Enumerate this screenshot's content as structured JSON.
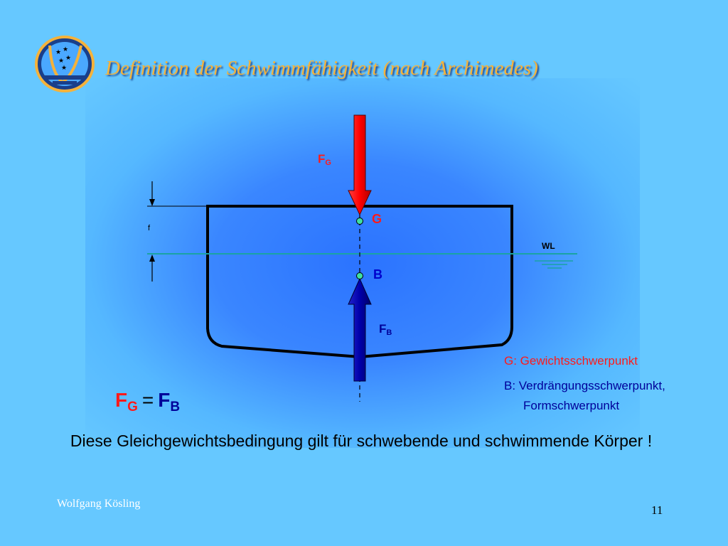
{
  "slide": {
    "title": "Definition der Schwimmfähigkeit (nach Archimedes)",
    "author": "Wolfgang Kösling",
    "page_number": "11"
  },
  "diagram": {
    "force_weight": {
      "symbol": "F",
      "subscript": "G",
      "color": "#ff1a1a"
    },
    "force_buoyancy": {
      "symbol": "F",
      "subscript": "B",
      "color": "#000099"
    },
    "center_of_gravity": "G",
    "center_of_buoyancy": "B",
    "waterline": "WL",
    "freeboard": "f"
  },
  "legend": {
    "g_text": "G: Gewichtsschwerpunkt",
    "b_text_line1": "B: Verdrängungsschwerpunkt,",
    "b_text_line2": "Formschwerpunkt"
  },
  "equation": {
    "left_symbol": "F",
    "left_subscript": "G",
    "operator": "=",
    "right_symbol": "F",
    "right_subscript": "B"
  },
  "caption": "Diese Gleichgewichtsbedingung gilt für schwebende und schwimmende Körper !",
  "colors": {
    "background": "#66c8ff",
    "title": "#f5b23a",
    "weight": "#ff1a1a",
    "buoyancy": "#000099"
  }
}
